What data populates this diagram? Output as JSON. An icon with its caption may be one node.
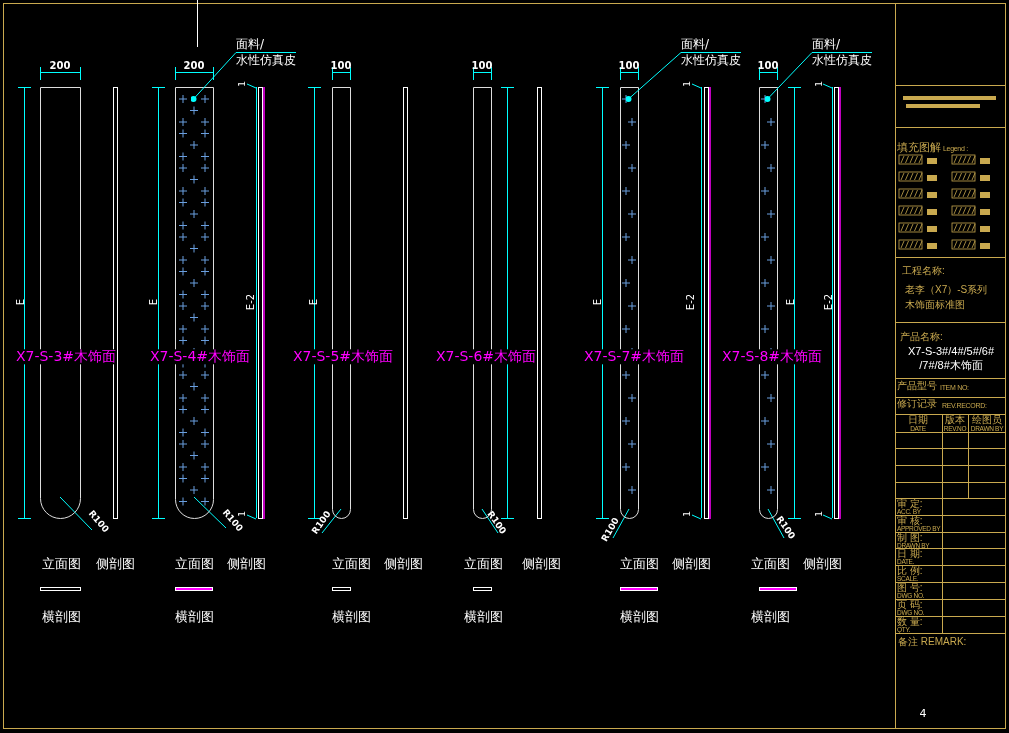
{
  "diagram": {
    "nodes": [
      {
        "text": [
          "面料/",
          "水性仿真皮"
        ]
      },
      {
        "text": [
          "面料/",
          "水性仿真皮"
        ]
      },
      {
        "text": [
          "面料/",
          "水性仿真皮"
        ]
      },
      {
        "text": [],
        "shape": "box",
        "beside": [
          "R100"
        ]
      },
      {
        "text": [],
        "shape": "box",
        "beside": [
          "R100"
        ]
      },
      {
        "text": [],
        "shape": "box",
        "beside": [
          "R100"
        ]
      },
      {
        "text": [],
        "shape": "box",
        "beside": [
          "R100"
        ]
      },
      {
        "text": [],
        "shape": "box",
        "beside": [
          "R100"
        ]
      },
      {
        "text": [],
        "shape": "box",
        "beside": [
          "R100"
        ]
      }
    ],
    "edges": [
      {
        "from": 0,
        "to": 4,
        "arrow": "other"
      },
      {
        "from": 1,
        "to": 7,
        "arrow": "other"
      },
      {
        "from": 2,
        "to": 8,
        "arrow": "other"
      }
    ],
    "labels": [
      "200",
      "200",
      "100",
      "100",
      "100",
      "100",
      "1",
      "1",
      "1",
      "E",
      "X7-S-3#木饰面",
      "E",
      "X7-S-4#木饰面",
      "E-2",
      "E",
      "X7-S-5#木饰面",
      "X7-S-6#木饰面",
      "E",
      "X7-S-7#木饰面",
      "E-2",
      "E",
      "X7-S-8#木饰面",
      "E-2",
      "1",
      "1",
      "1",
      "立面图",
      "侧剖图",
      "立面图",
      "侧剖图",
      "立面图",
      "侧剖图",
      "立面图",
      "侧剖图",
      "立面图",
      "侧剖图",
      "立面图",
      "侧剖图",
      "横剖图",
      "横剖图",
      "横剖图",
      "横剖图",
      "横剖图",
      "横剖图",
      "填充图解",
      "Legend :",
      "工程名称:",
      "老李（X7）-S系列木饰面标准图",
      "产品名称:",
      "X7-S-3#/4#/5#/6# /7#/8#木饰面",
      "产品型号",
      "ITEM NO:",
      "修订记录",
      "REV.RECORD:",
      "日期",
      "DATE",
      "版本",
      "REV.NO",
      "绘图员",
      "DRAWN BY",
      "审 定:",
      "ACC. BY",
      "审 核:",
      "APPROVED BY",
      "制 图:",
      "DRAWN BY",
      "日 期:",
      "DATE.",
      "比 例:",
      "SCALE.",
      "图 号:",
      "DWG NO.",
      "页 码:",
      "DWG NO.",
      "数 量:",
      "QTY.",
      "备注 REMARK:",
      "4"
    ]
  }
}
